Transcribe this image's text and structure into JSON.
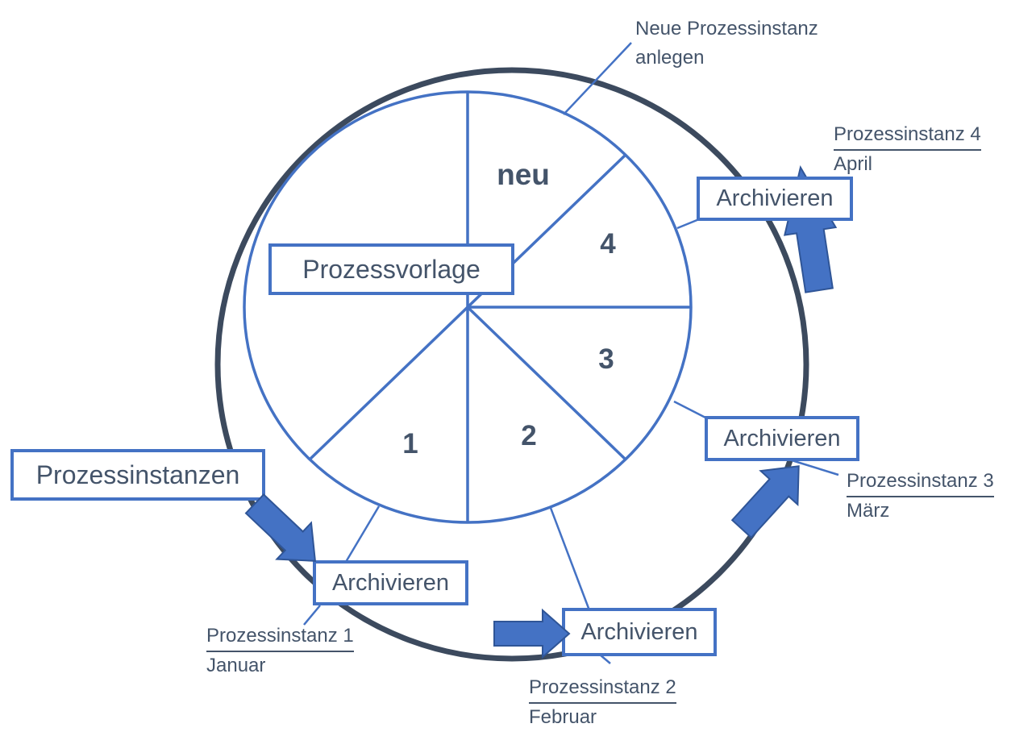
{
  "diagram": {
    "note": {
      "line1": "Neue Prozessinstanz",
      "line2": "anlegen"
    },
    "center_box": "Prozessvorlage",
    "instances_box": "Prozessinstanzen",
    "sectors": [
      "neu",
      "4",
      "3",
      "2",
      "1"
    ],
    "archive_boxes": [
      "Archivieren",
      "Archivieren",
      "Archivieren",
      "Archivieren"
    ],
    "instance_labels": [
      {
        "name": "Prozessinstanz 1",
        "month": "Januar"
      },
      {
        "name": "Prozessinstanz 2",
        "month": "Februar"
      },
      {
        "name": "Prozessinstanz 3",
        "month": "März"
      },
      {
        "name": "Prozessinstanz 4",
        "month": "April"
      }
    ],
    "colors": {
      "accent_blue": "#4472C4",
      "arrow_fill": "#4472C4",
      "arrow_outline": "#2F5597",
      "outer_ring": "#3C4A5E",
      "text_dark": "#44546A"
    }
  }
}
